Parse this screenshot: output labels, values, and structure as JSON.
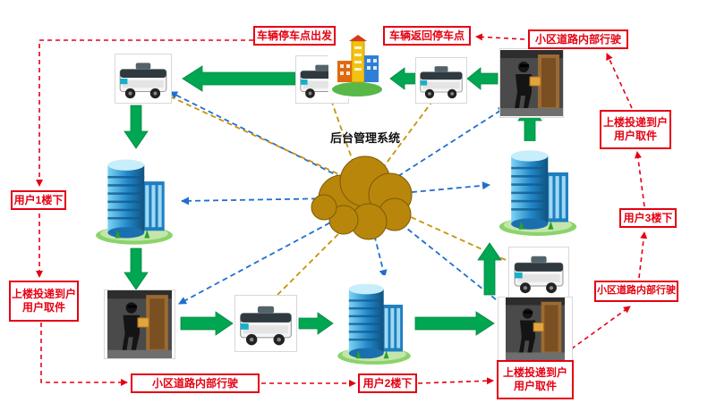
{
  "header": {
    "system_label": "后台管理系统"
  },
  "labels": {
    "depart": "车辆停车点出发",
    "ret": "车辆返回停车点",
    "road_top": "小区道路内部行驶",
    "deliver_right": {
      "line1": "上楼投递到户",
      "line2": "用户取件"
    },
    "user3": "用户3楼下",
    "road_right": "小区道路内部行驶",
    "deliver_bottom": {
      "line1": "上楼投递到户",
      "line2": "用户取件"
    },
    "user2": "用户2楼下",
    "road_bottom": "小区道路内部行驶",
    "deliver_left": {
      "line1": "上楼投递到户",
      "line2": "用户取件"
    },
    "user1": "用户1楼下"
  },
  "icons": {
    "cloud": "backend-cloud",
    "robot": "delivery-robot-photo",
    "building": "apartment-building-photo",
    "person_door": "courier-at-door-photo",
    "parking": "parking-station-building"
  },
  "colors": {
    "label_red": "#e60012",
    "flow_green": "#00a651",
    "link_blue": "#1f6fd0",
    "link_gold": "#c8930a",
    "cloud_gold": "#b8860b"
  }
}
